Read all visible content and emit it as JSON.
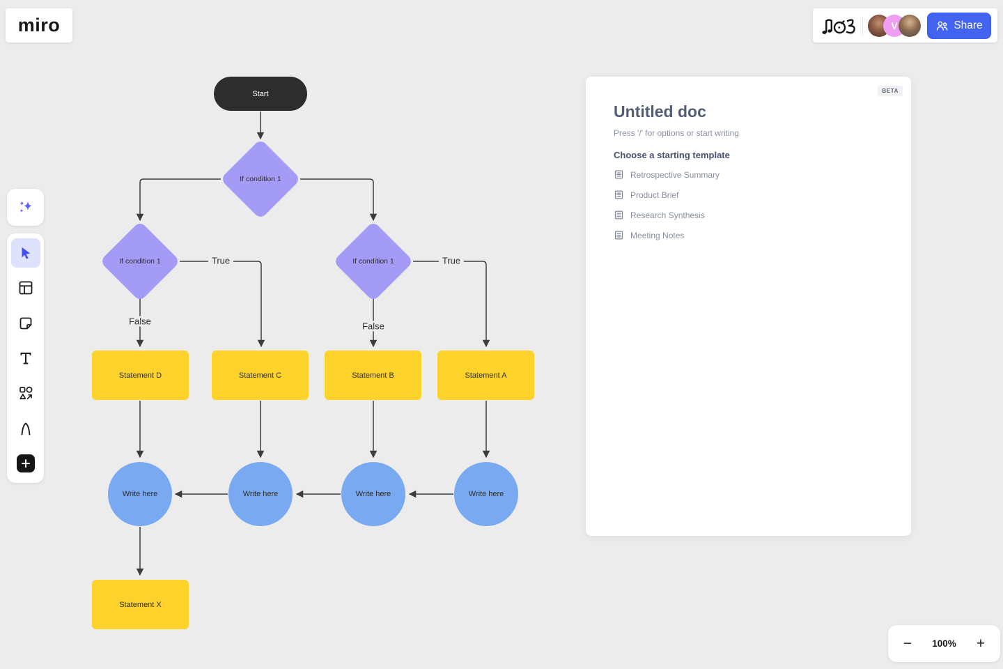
{
  "colors": {
    "decision": "#a49bf6",
    "statement": "#fcd22b",
    "terminal": "#79a9f0",
    "start_node": "#2d2d2d",
    "connector": "#3d3d3d",
    "share_button": "#4262f0",
    "avatar_v": "#ee9ff2",
    "selected_tool_bg": "#dee2fa",
    "cursor_tool": "#4153ee",
    "canvas_bg": "#ececec"
  },
  "topbar": {
    "logo_text": "miro",
    "doodle_icon": "hand-drawn-notes-doodle",
    "share_label": "Share",
    "collaborators": [
      {
        "type": "photo",
        "initial": ""
      },
      {
        "type": "initial",
        "initial": "V"
      },
      {
        "type": "photo",
        "initial": ""
      }
    ]
  },
  "toolbar": {
    "items": [
      {
        "icon": "ai-sparkles-icon"
      },
      {
        "icon": "cursor-icon",
        "selected": true
      },
      {
        "icon": "templates-icon"
      },
      {
        "icon": "sticky-note-icon"
      },
      {
        "icon": "text-icon"
      },
      {
        "icon": "shapes-icon"
      },
      {
        "icon": "pen-icon"
      },
      {
        "icon": "add-icon"
      }
    ]
  },
  "canvas": {
    "start": {
      "label": "Start"
    },
    "decisions": [
      {
        "label": "If condition 1"
      },
      {
        "label": "If condition 1"
      },
      {
        "label": "If condition 1"
      }
    ],
    "statements": [
      {
        "label": "Statement D"
      },
      {
        "label": "Statement C"
      },
      {
        "label": "Statement B"
      },
      {
        "label": "Statement A"
      },
      {
        "label": "Statement X"
      }
    ],
    "terminals": [
      {
        "label": "Write here"
      },
      {
        "label": "Write here"
      },
      {
        "label": "Write here"
      },
      {
        "label": "Write here"
      }
    ],
    "edge_labels": [
      {
        "text": "True"
      },
      {
        "text": "False"
      },
      {
        "text": "True"
      },
      {
        "text": "False"
      }
    ]
  },
  "doc_panel": {
    "beta_badge": "BETA",
    "title": "Untitled doc",
    "placeholder": "Press '/' for options or start writing",
    "section_title": "Choose a starting template",
    "templates": [
      {
        "label": "Retrospective Summary"
      },
      {
        "label": "Product Brief"
      },
      {
        "label": "Research Synthesis"
      },
      {
        "label": "Meeting Notes"
      }
    ]
  },
  "zoom_controls": {
    "zoom_out": "−",
    "level": "100%",
    "zoom_in": "+"
  }
}
